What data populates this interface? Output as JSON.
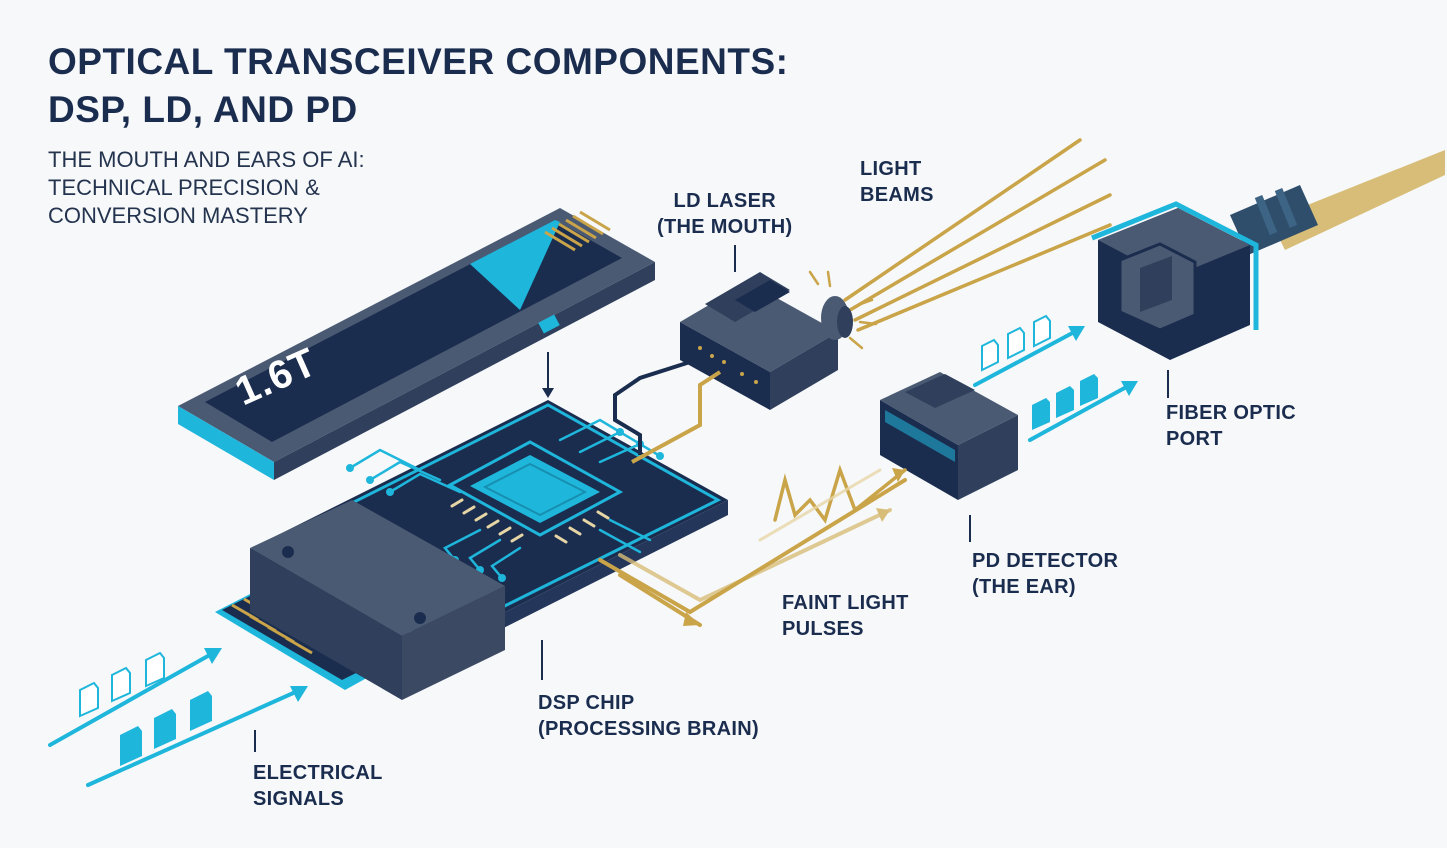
{
  "header": {
    "title_line1": "OPTICAL TRANSCEIVER COMPONENTS:",
    "title_line2": "DSP, LD, AND PD",
    "subtitle_line1": "THE MOUTH AND EARS OF AI:",
    "subtitle_line2": "TECHNICAL PRECISION &",
    "subtitle_line3": "CONVERSION MASTERY"
  },
  "module": {
    "capacity": "1.6T"
  },
  "labels": {
    "ld_laser": {
      "line1": "LD LASER",
      "line2": "(THE MOUTH)"
    },
    "light_beams": {
      "line1": "LIGHT",
      "line2": "BEAMS"
    },
    "fiber_port": {
      "line1": "FIBER OPTIC",
      "line2": "PORT"
    },
    "pd_detector": {
      "line1": "PD DETECTOR",
      "line2": "(THE EAR)"
    },
    "faint_pulses": {
      "line1": "FAINT LIGHT",
      "line2": "PULSES"
    },
    "dsp_chip": {
      "line1": "DSP CHIP",
      "line2": "(PROCESSING BRAIN)"
    },
    "electrical": {
      "line1": "ELECTRICAL",
      "line2": "SIGNALS"
    }
  },
  "colors": {
    "navy": "#1b2d4f",
    "slate": "#4b5a73",
    "cyan": "#1fb6dc",
    "gold": "#c9a449",
    "background": "#f7f8fa"
  },
  "icons": [
    "document-icon",
    "signal-arrow-icon",
    "light-beam-icon"
  ]
}
